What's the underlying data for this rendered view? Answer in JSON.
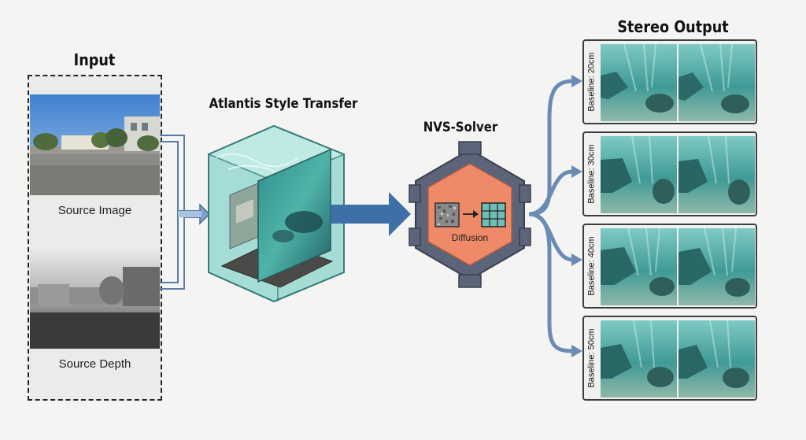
{
  "input": {
    "title": "Input",
    "source_image_label": "Source Image",
    "source_depth_label": "Source Depth"
  },
  "style_transfer": {
    "title": "Atlantis Style Transfer"
  },
  "solver": {
    "title": "NVS-Solver",
    "label": "Diffusion"
  },
  "output": {
    "title": "Stereo Output",
    "baselines": [
      "Baseline: 20cm",
      "Baseline: 30cm",
      "Baseline: 40cm",
      "Baseline: 50cm"
    ]
  },
  "colors": {
    "arrow": "#6b8bb5",
    "arrow_dark": "#3f5f88",
    "solver_frame": "#5b6478",
    "solver_core": "#ef8a68",
    "cube": "#7fcfc6"
  }
}
